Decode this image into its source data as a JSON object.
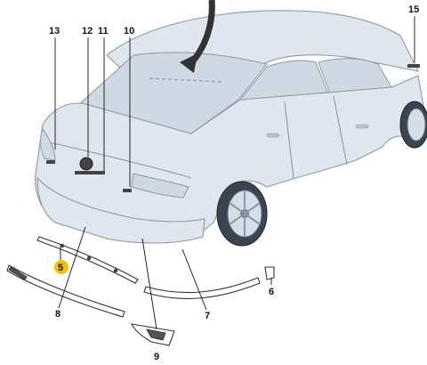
{
  "colors": {
    "car_body": "#dfe6ee",
    "car_outline": "#8a99a8",
    "glass": "#cfd9e3",
    "highlight_marker": "#f2c200",
    "arrow": "#333333"
  },
  "callouts": [
    {
      "id": "c13",
      "label": "13"
    },
    {
      "id": "c12",
      "label": "12"
    },
    {
      "id": "c11",
      "label": "11"
    },
    {
      "id": "c10",
      "label": "10"
    },
    {
      "id": "c15",
      "label": "15"
    },
    {
      "id": "c5",
      "label": "5",
      "highlighted": true
    },
    {
      "id": "c8",
      "label": "8"
    },
    {
      "id": "c6",
      "label": "6"
    },
    {
      "id": "c7",
      "label": "7"
    },
    {
      "id": "c9",
      "label": "9"
    }
  ]
}
